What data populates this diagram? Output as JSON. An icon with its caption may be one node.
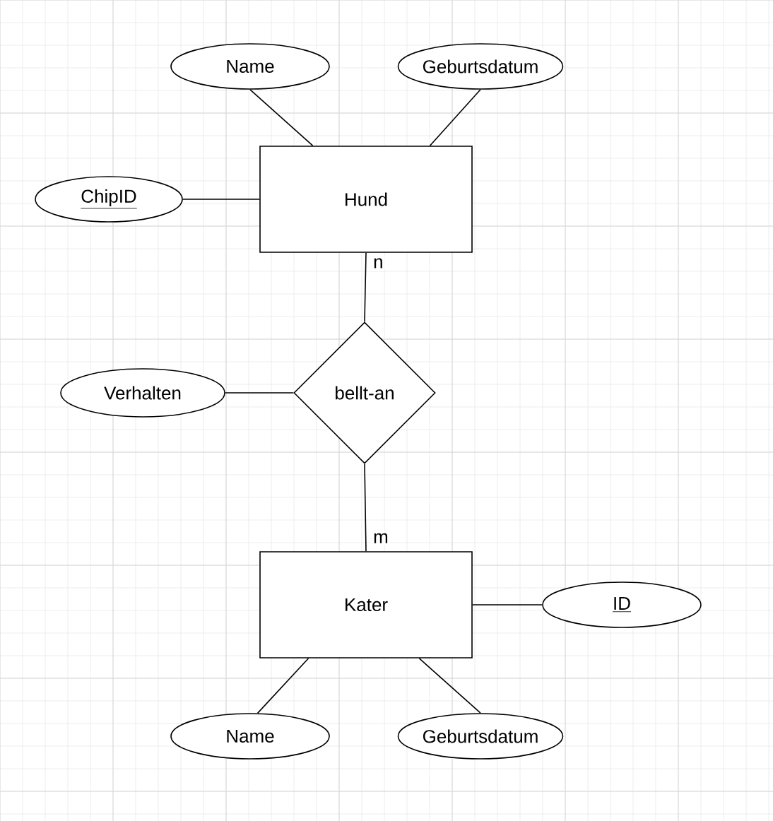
{
  "diagram": {
    "nodes": [
      {
        "text": [
          "Name"
        ]
      },
      {
        "text": [
          "Geburtsdatum"
        ]
      },
      {
        "text": [
          "ChipID"
        ]
      },
      {
        "text": [
          "Hund"
        ]
      },
      {
        "text": [
          "bellt-an"
        ]
      },
      {
        "text": [
          "Verhalten"
        ]
      },
      {
        "text": [
          "Kater"
        ]
      },
      {
        "text": [
          "ID"
        ]
      },
      {
        "text": [
          "Name"
        ]
      },
      {
        "text": [
          "Geburtsdatum"
        ]
      }
    ],
    "edges": [
      {
        "from": 0,
        "to": 3,
        "arrow": "none"
      },
      {
        "from": 1,
        "to": 3,
        "arrow": "none"
      },
      {
        "from": 2,
        "to": 3,
        "arrow": "none"
      },
      {
        "from": 3,
        "to": 4,
        "arrow": "none",
        "label": "n"
      },
      {
        "from": 5,
        "to": 4,
        "arrow": "none"
      },
      {
        "from": 4,
        "to": 6,
        "arrow": "none",
        "label": "m"
      },
      {
        "from": 6,
        "to": 7,
        "arrow": "none"
      },
      {
        "from": 6,
        "to": 8,
        "arrow": "none"
      },
      {
        "from": 6,
        "to": 9,
        "arrow": "none"
      }
    ]
  }
}
